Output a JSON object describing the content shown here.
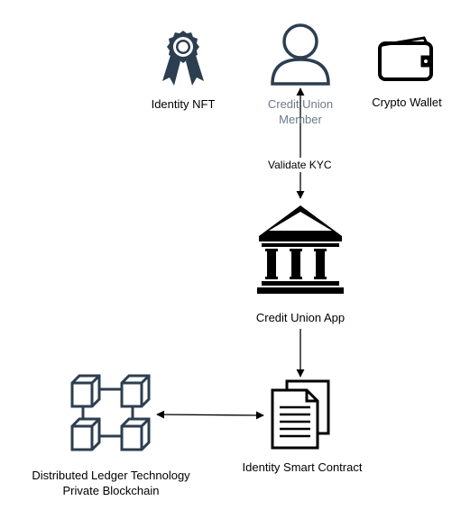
{
  "nodes": {
    "identity_nft": {
      "label": "Identity NFT",
      "icon": "award-ribbon-icon"
    },
    "member": {
      "label_line1": "Credit Union",
      "label_line2": "Member",
      "icon": "user-icon",
      "label_color": "#6d7a86"
    },
    "wallet": {
      "label": "Crypto Wallet",
      "icon": "wallet-icon"
    },
    "app": {
      "label": "Credit Union App",
      "icon": "bank-building-icon"
    },
    "contract": {
      "label": "Identity Smart Contract",
      "icon": "documents-icon"
    },
    "dlt": {
      "label_line1": "Distributed Ledger Technology",
      "label_line2": "Private Blockchain",
      "icon": "blockchain-cubes-icon"
    }
  },
  "edges": {
    "member_app": {
      "label": "Validate KYC"
    }
  },
  "colors": {
    "icon_dark": "#2c3e50",
    "line": "#000000",
    "icon_black": "#000000"
  }
}
